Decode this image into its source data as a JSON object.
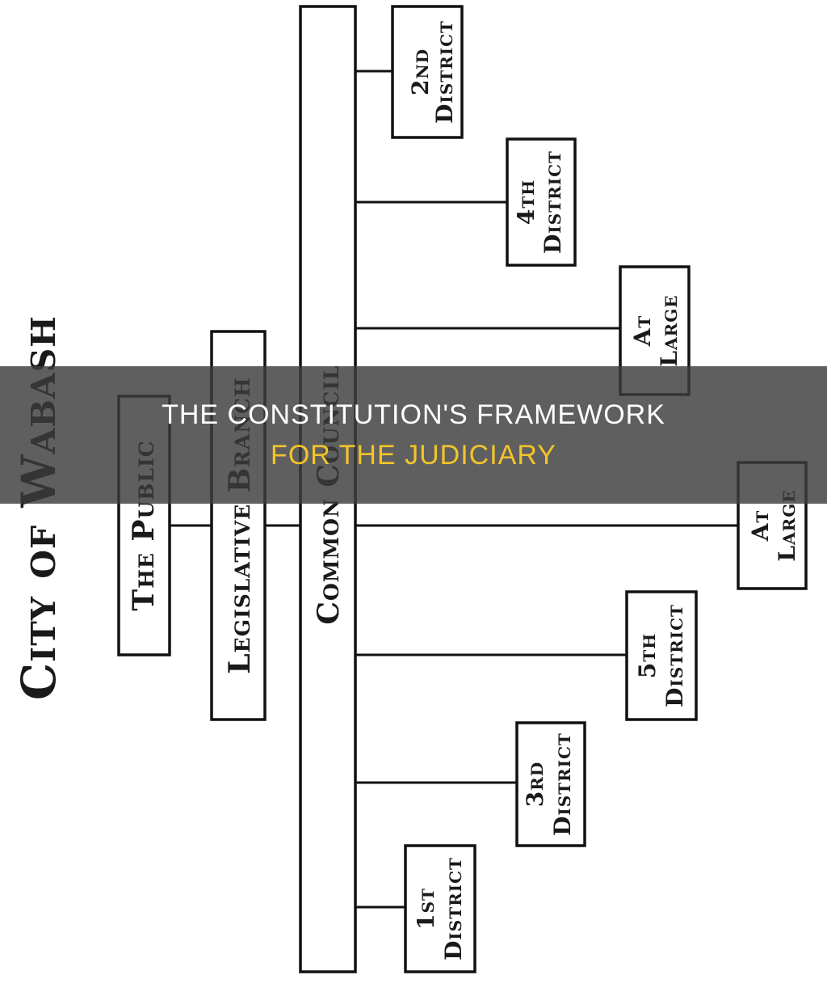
{
  "diagram": {
    "title": "City of Wabash",
    "public": "The Public",
    "branch": "Legislative Branch",
    "council": "Common Council",
    "members": [
      {
        "line1": "2nd",
        "line2": "District"
      },
      {
        "line1": "4th",
        "line2": "District"
      },
      {
        "line1": "At",
        "line2": "Large"
      },
      {
        "line1": "At",
        "line2": "Large"
      },
      {
        "line1": "5th",
        "line2": "District"
      },
      {
        "line1": "3rd",
        "line2": "District"
      },
      {
        "line1": "1st",
        "line2": "District"
      }
    ]
  },
  "banner": {
    "line1": "The Constitution's Framework",
    "line2": "For The Judiciary"
  },
  "colors": {
    "banner_text": "#ffffff",
    "banner_accent": "#f3c42a",
    "ink": "#111111"
  }
}
